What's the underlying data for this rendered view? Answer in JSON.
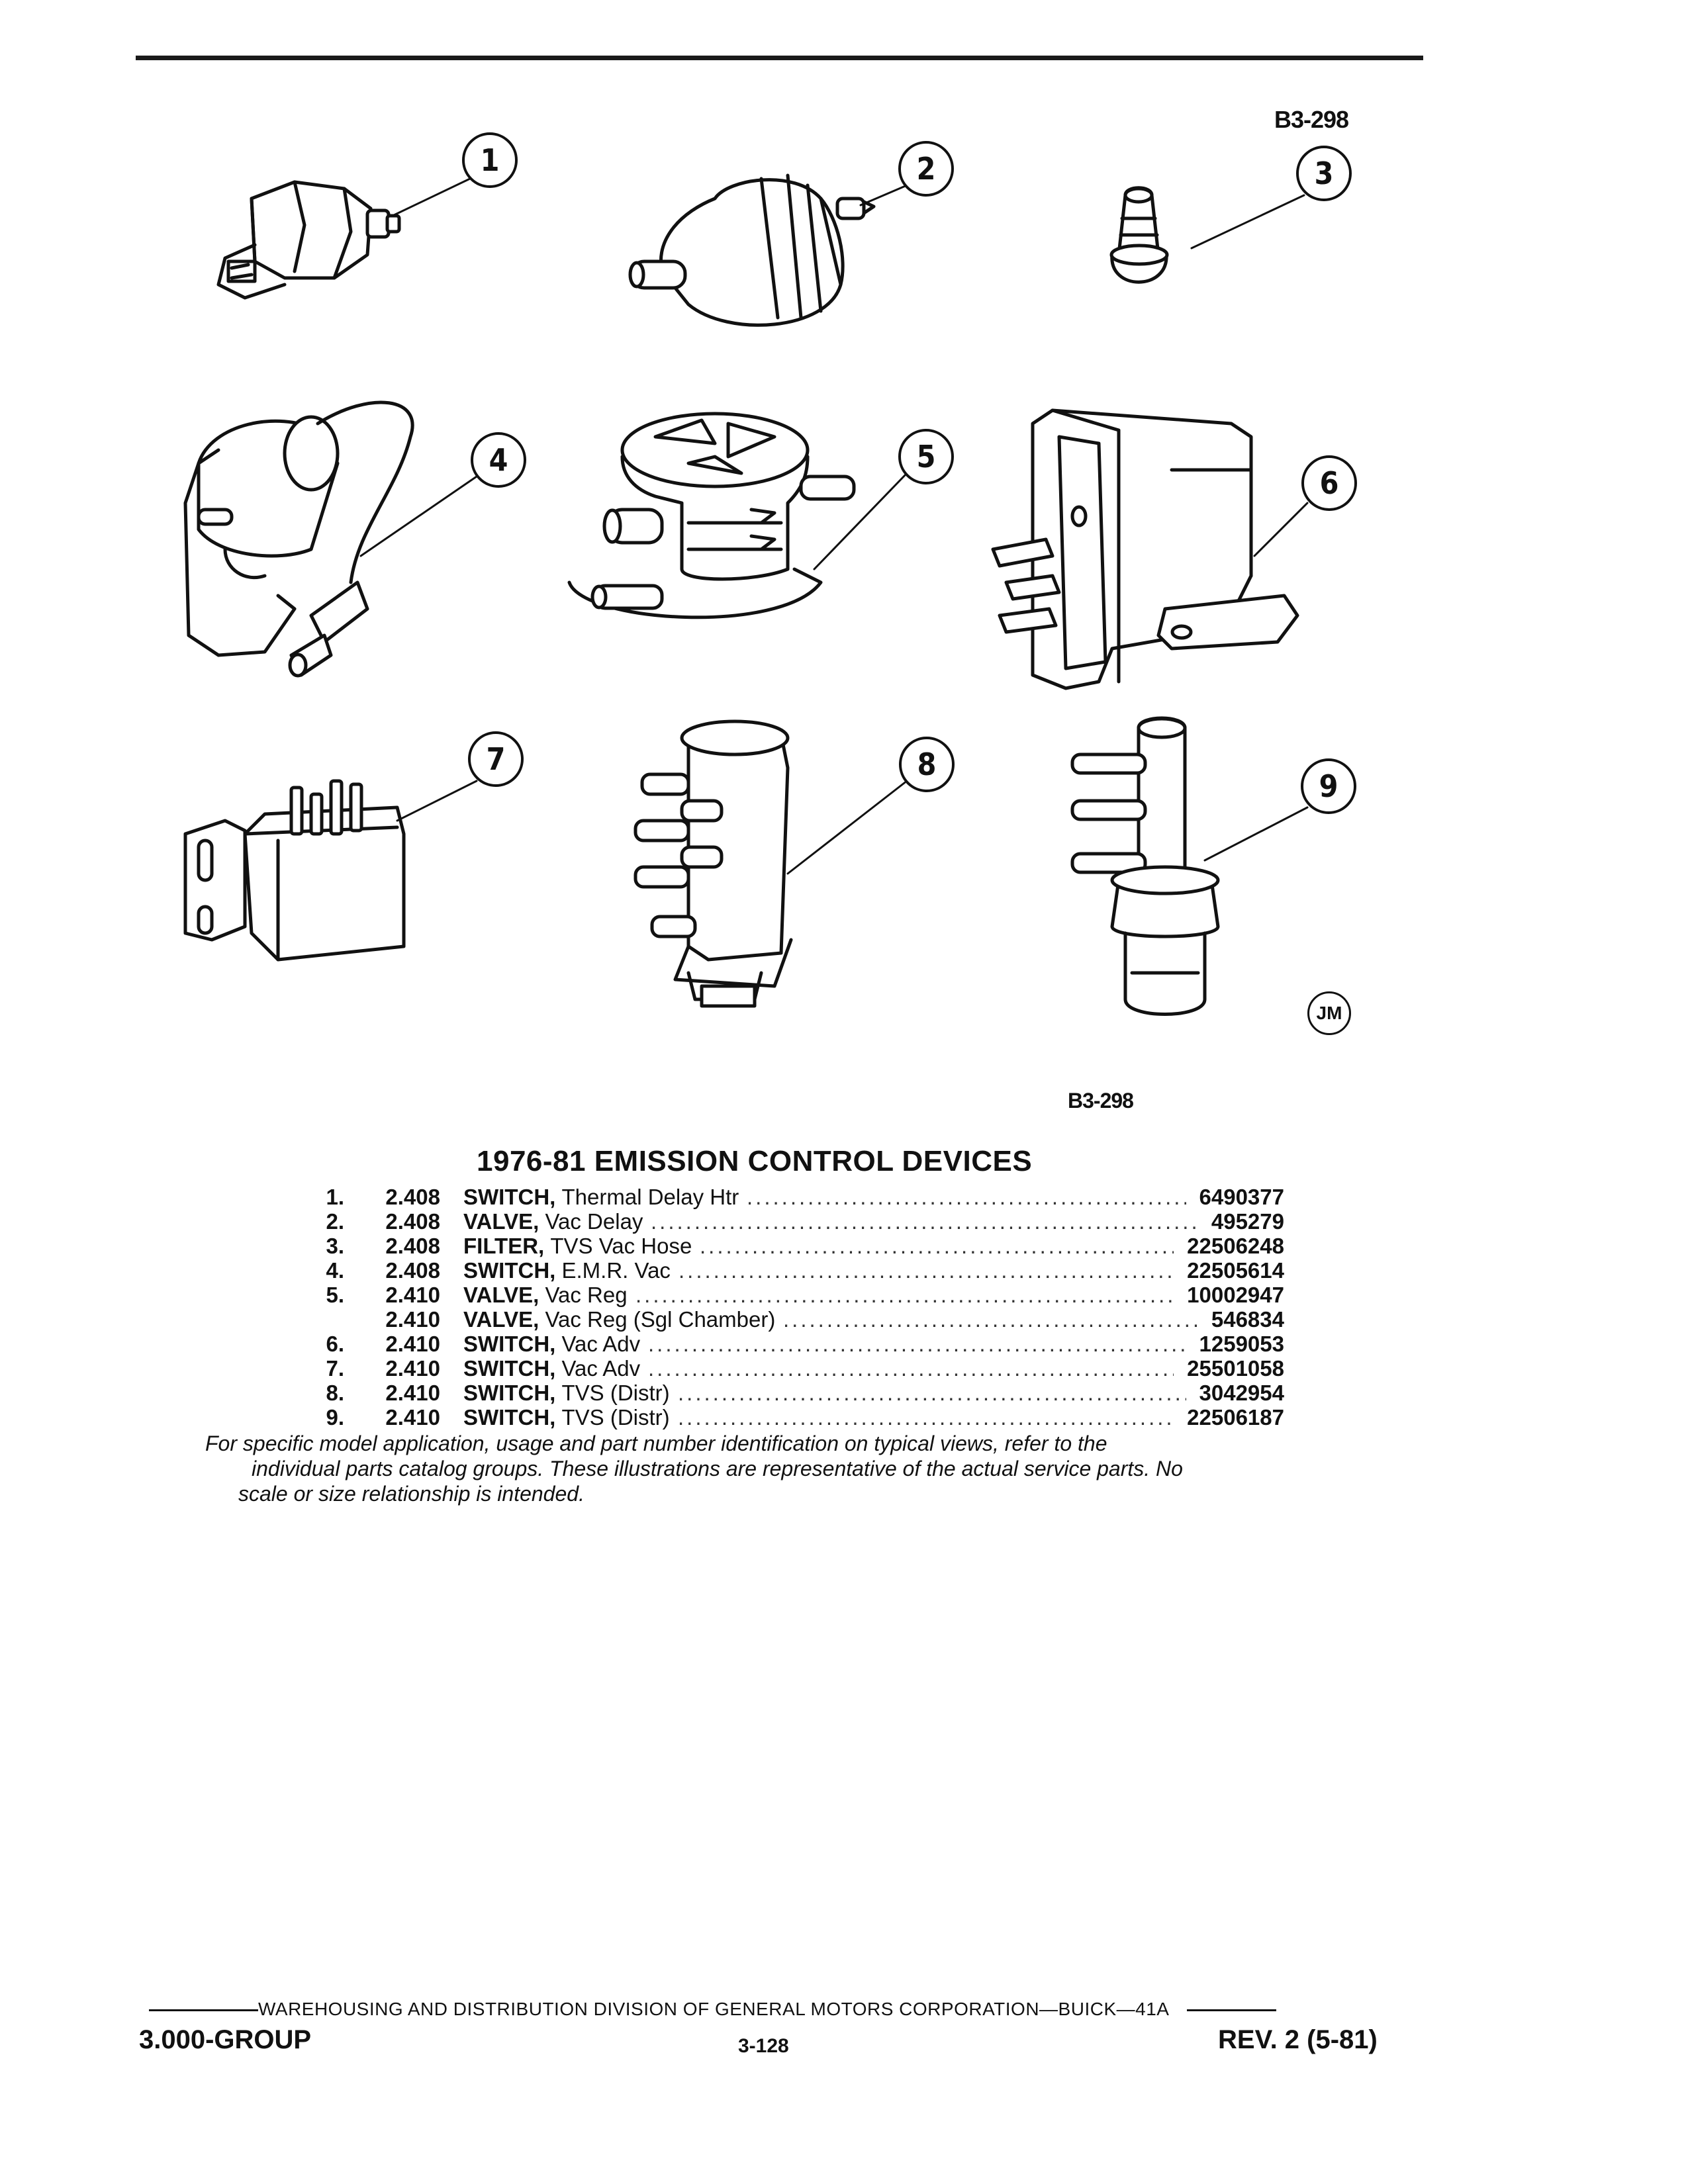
{
  "figure": {
    "code_top": "B3-298",
    "code_bottom": "B3-298",
    "badge": "JM",
    "callouts": [
      "1",
      "2",
      "3",
      "4",
      "5",
      "6",
      "7",
      "8",
      "9"
    ]
  },
  "parts": {
    "title": "1976-81 EMISSION CONTROL DEVICES",
    "rows": [
      {
        "key": "1.",
        "group": "2.408",
        "name": "SWITCH,",
        "detail": "Thermal Delay Htr",
        "part": "6490377"
      },
      {
        "key": "2.",
        "group": "2.408",
        "name": "VALVE,",
        "detail": "Vac Delay",
        "part": "495279"
      },
      {
        "key": "3.",
        "group": "2.408",
        "name": "FILTER,",
        "detail": "TVS Vac Hose",
        "part": "22506248"
      },
      {
        "key": "4.",
        "group": "2.408",
        "name": "SWITCH,",
        "detail": "E.M.R. Vac",
        "part": "22505614"
      },
      {
        "key": "5.",
        "group": "2.410",
        "name": "VALVE,",
        "detail": "Vac Reg",
        "part": "10002947"
      },
      {
        "key": "",
        "group": "2.410",
        "name": "VALVE,",
        "detail": "Vac Reg (Sgl Chamber)",
        "part": "546834"
      },
      {
        "key": "6.",
        "group": "2.410",
        "name": "SWITCH,",
        "detail": "Vac Adv",
        "part": "1259053"
      },
      {
        "key": "7.",
        "group": "2.410",
        "name": "SWITCH,",
        "detail": "Vac Adv",
        "part": "25501058"
      },
      {
        "key": "8.",
        "group": "2.410",
        "name": "SWITCH,",
        "detail": "TVS (Distr)",
        "part": "3042954"
      },
      {
        "key": "9.",
        "group": "2.410",
        "name": "SWITCH,",
        "detail": "TVS (Distr)",
        "part": "22506187"
      }
    ],
    "footnote_1": "For specific model application, usage and part number identification on typical views, refer to the",
    "footnote_2": "individual parts catalog groups. These illustrations are representative of the actual service parts. No",
    "footnote_3": "scale or size relationship is intended."
  },
  "footer": {
    "division": "WAREHOUSING AND DISTRIBUTION  DIVISION OF GENERAL MOTORS CORPORATION—BUICK—41A",
    "group": "3.000-GROUP",
    "page": "3-128",
    "revision": "REV. 2 (5-81)"
  }
}
